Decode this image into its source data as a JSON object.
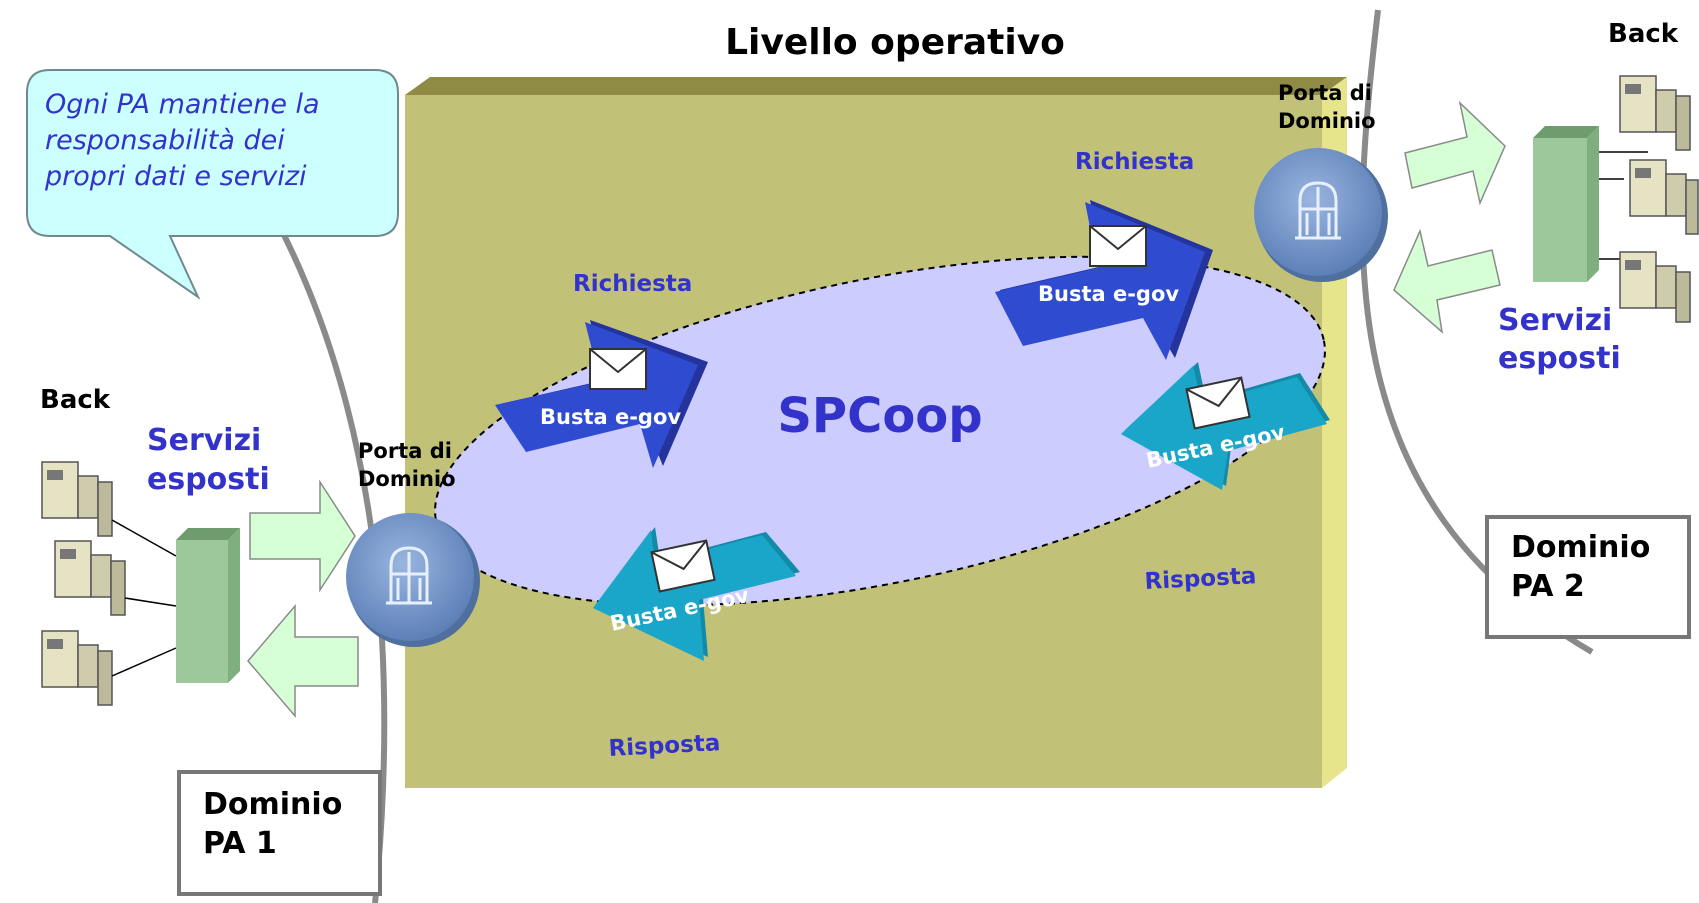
{
  "title": "Livello operativo",
  "callout": {
    "line1": "Ogni PA mantiene la",
    "line2": "responsabilità dei",
    "line3": "propri dati e servizi"
  },
  "center_label": "SPCoop",
  "left_domain": {
    "back_label": "Back",
    "services_line1": "Servizi",
    "services_line2": "esposti",
    "porta_line1": "Porta di",
    "porta_line2": "Dominio",
    "domain_line1": "Dominio",
    "domain_line2": "PA 1"
  },
  "right_domain": {
    "back_label": "Back",
    "services_line1": "Servizi",
    "services_line2": "esposti",
    "porta_line1": "Porta di",
    "porta_line2": "Dominio",
    "domain_line1": "Dominio",
    "domain_line2": "PA 2"
  },
  "flows": {
    "left_request_label": "Richiesta",
    "right_request_label": "Richiesta",
    "left_response_label": "Risposta",
    "right_response_label": "Risposta",
    "envelope_label": "Busta e-gov"
  },
  "colors": {
    "panel": "#c2c178",
    "panel_top": "#8f8b45",
    "panel_side": "#e6e58c",
    "ellipse": "#ccccff",
    "request_arrow": "#2f4bd0",
    "response_arrow": "#1aa6c8",
    "service_arrow": "#d6ffd6",
    "accent_text": "#3333cc",
    "callout": "#ccffff"
  }
}
